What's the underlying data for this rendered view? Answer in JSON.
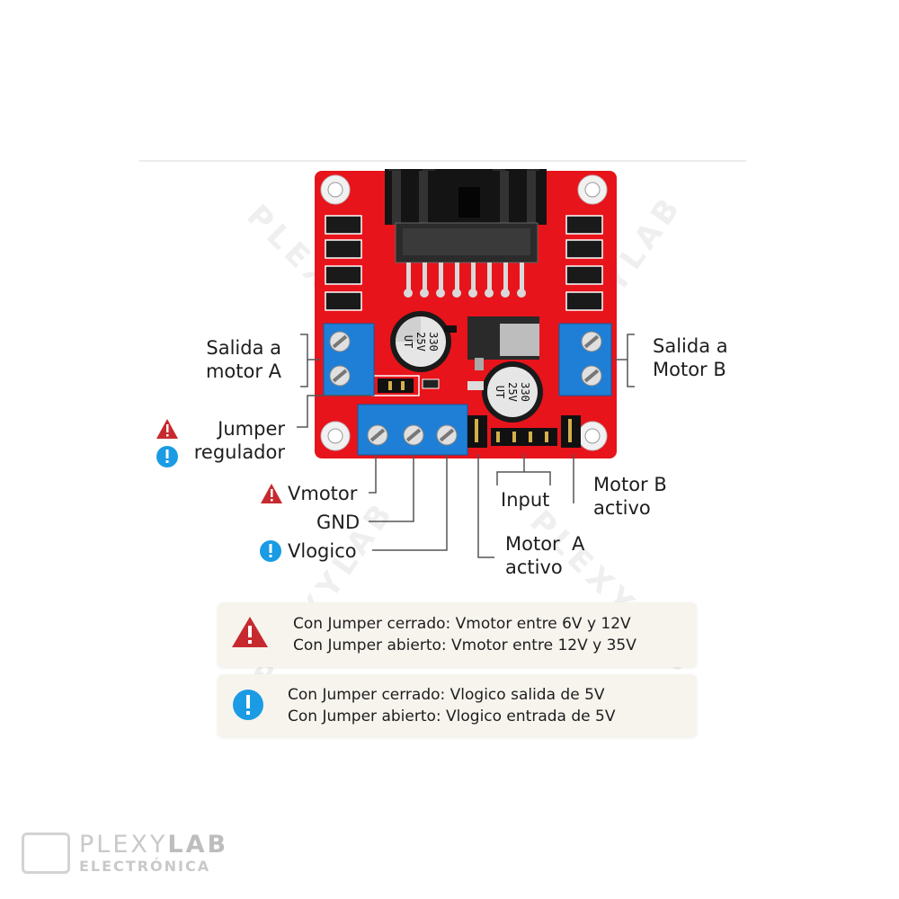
{
  "labels": {
    "salida_a_l1": "Salida a",
    "salida_a_l2": "motor A",
    "salida_b_l1": "Salida a",
    "salida_b_l2": "Motor B",
    "jumper_l1": "Jumper",
    "jumper_l2": "regulador",
    "vmotor": "Vmotor",
    "gnd": "GND",
    "vlogico": "Vlogico",
    "input": "Input",
    "motor_b_activo_l1": "Motor B",
    "motor_b_activo_l2": "activo",
    "motor_a_activo_l1": "Motor  A",
    "motor_a_activo_l2": "activo"
  },
  "notes": {
    "warning": {
      "line1": "Con Jumper cerrado: Vmotor entre 6V y 12V",
      "line2": "Con Jumper abierto: Vmotor entre 12V y 35V"
    },
    "info": {
      "line1": "Con Jumper cerrado: Vlogico salida de 5V",
      "line2": "Con Jumper abierto: Vlogico entrada de 5V"
    }
  },
  "components": {
    "capacitor_text_1": "330",
    "capacitor_text_2": "25V",
    "capacitor_text_3": "UT"
  },
  "brand": {
    "name_a": "PLEXY",
    "name_b": "LAB",
    "sub": "ELECTRÓNICA"
  },
  "watermark": "PLEXYLAB",
  "colors": {
    "board_red": "#e8141b",
    "terminal_blue": "#1f7fd6",
    "warning_red": "#c62a2f",
    "info_blue": "#1a9be4"
  },
  "icons": [
    "warning-icon",
    "info-icon"
  ]
}
